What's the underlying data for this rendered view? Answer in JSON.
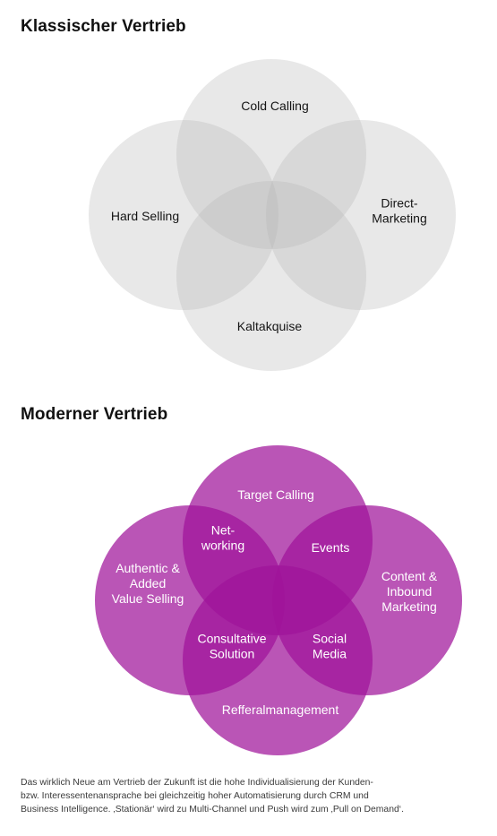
{
  "colors": {
    "classic_fill": "#b4b4b4",
    "modern_fill": "#a0149a",
    "background": "#ffffff"
  },
  "classic": {
    "title": "Klassischer Vertrieb",
    "labels": {
      "top": [
        "Cold Calling"
      ],
      "left": [
        "Hard Selling"
      ],
      "right": [
        "Direct-",
        "Marketing"
      ],
      "bottom": [
        "Kaltakquise"
      ]
    }
  },
  "modern": {
    "title": "Moderner Vertrieb",
    "labels": {
      "top": [
        "Target Calling"
      ],
      "left": [
        "Authentic &",
        "Added",
        "Value Selling"
      ],
      "right": [
        "Content &",
        "Inbound",
        "Marketing"
      ],
      "bottom": [
        "Refferalmanagement"
      ],
      "top_left": [
        "Net-",
        "working"
      ],
      "top_right": [
        "Events"
      ],
      "bottom_left": [
        "Consultative",
        "Solution"
      ],
      "bottom_right": [
        "Social",
        "Media"
      ]
    }
  },
  "footnote": [
    "Das wirklich Neue am Vertrieb der Zukunft ist die hohe Individualisierung der Kunden-",
    "bzw. Interessentenansprache bei gleichzeitig hoher Automatisierung durch CRM und",
    "Business Intelligence. ‚Stationär‘ wird zu Multi-Channel und Push wird zum ‚Pull on Demand‘."
  ]
}
